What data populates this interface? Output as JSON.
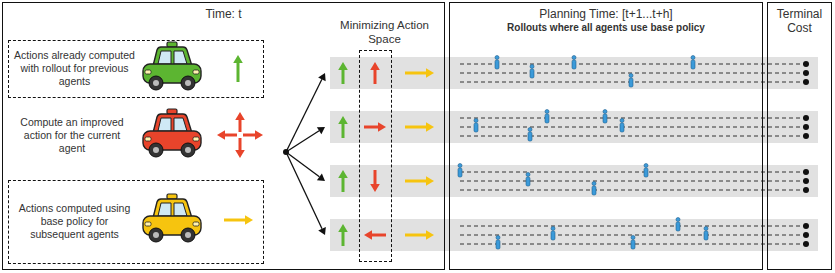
{
  "diagram": {
    "nodes": [
      {
        "text": [
          "Time: t"
        ]
      },
      {
        "text": [
          "Actions already computed with rollout for previous agents"
        ],
        "in": 0
      },
      {
        "text": [
          "Actions computed using base policy for subsequent agents"
        ],
        "in": 0
      },
      {
        "text": [
          "Minimizing Action Space"
        ],
        "in": 0
      },
      {
        "text": [
          "Planning Time: [t+1...t+h]",
          "Rollouts where all agents use base policy"
        ]
      },
      {
        "text": [
          "Terminal Cost"
        ]
      }
    ],
    "labels": [
      "Compute an improved action for the current agent"
    ]
  }
}
